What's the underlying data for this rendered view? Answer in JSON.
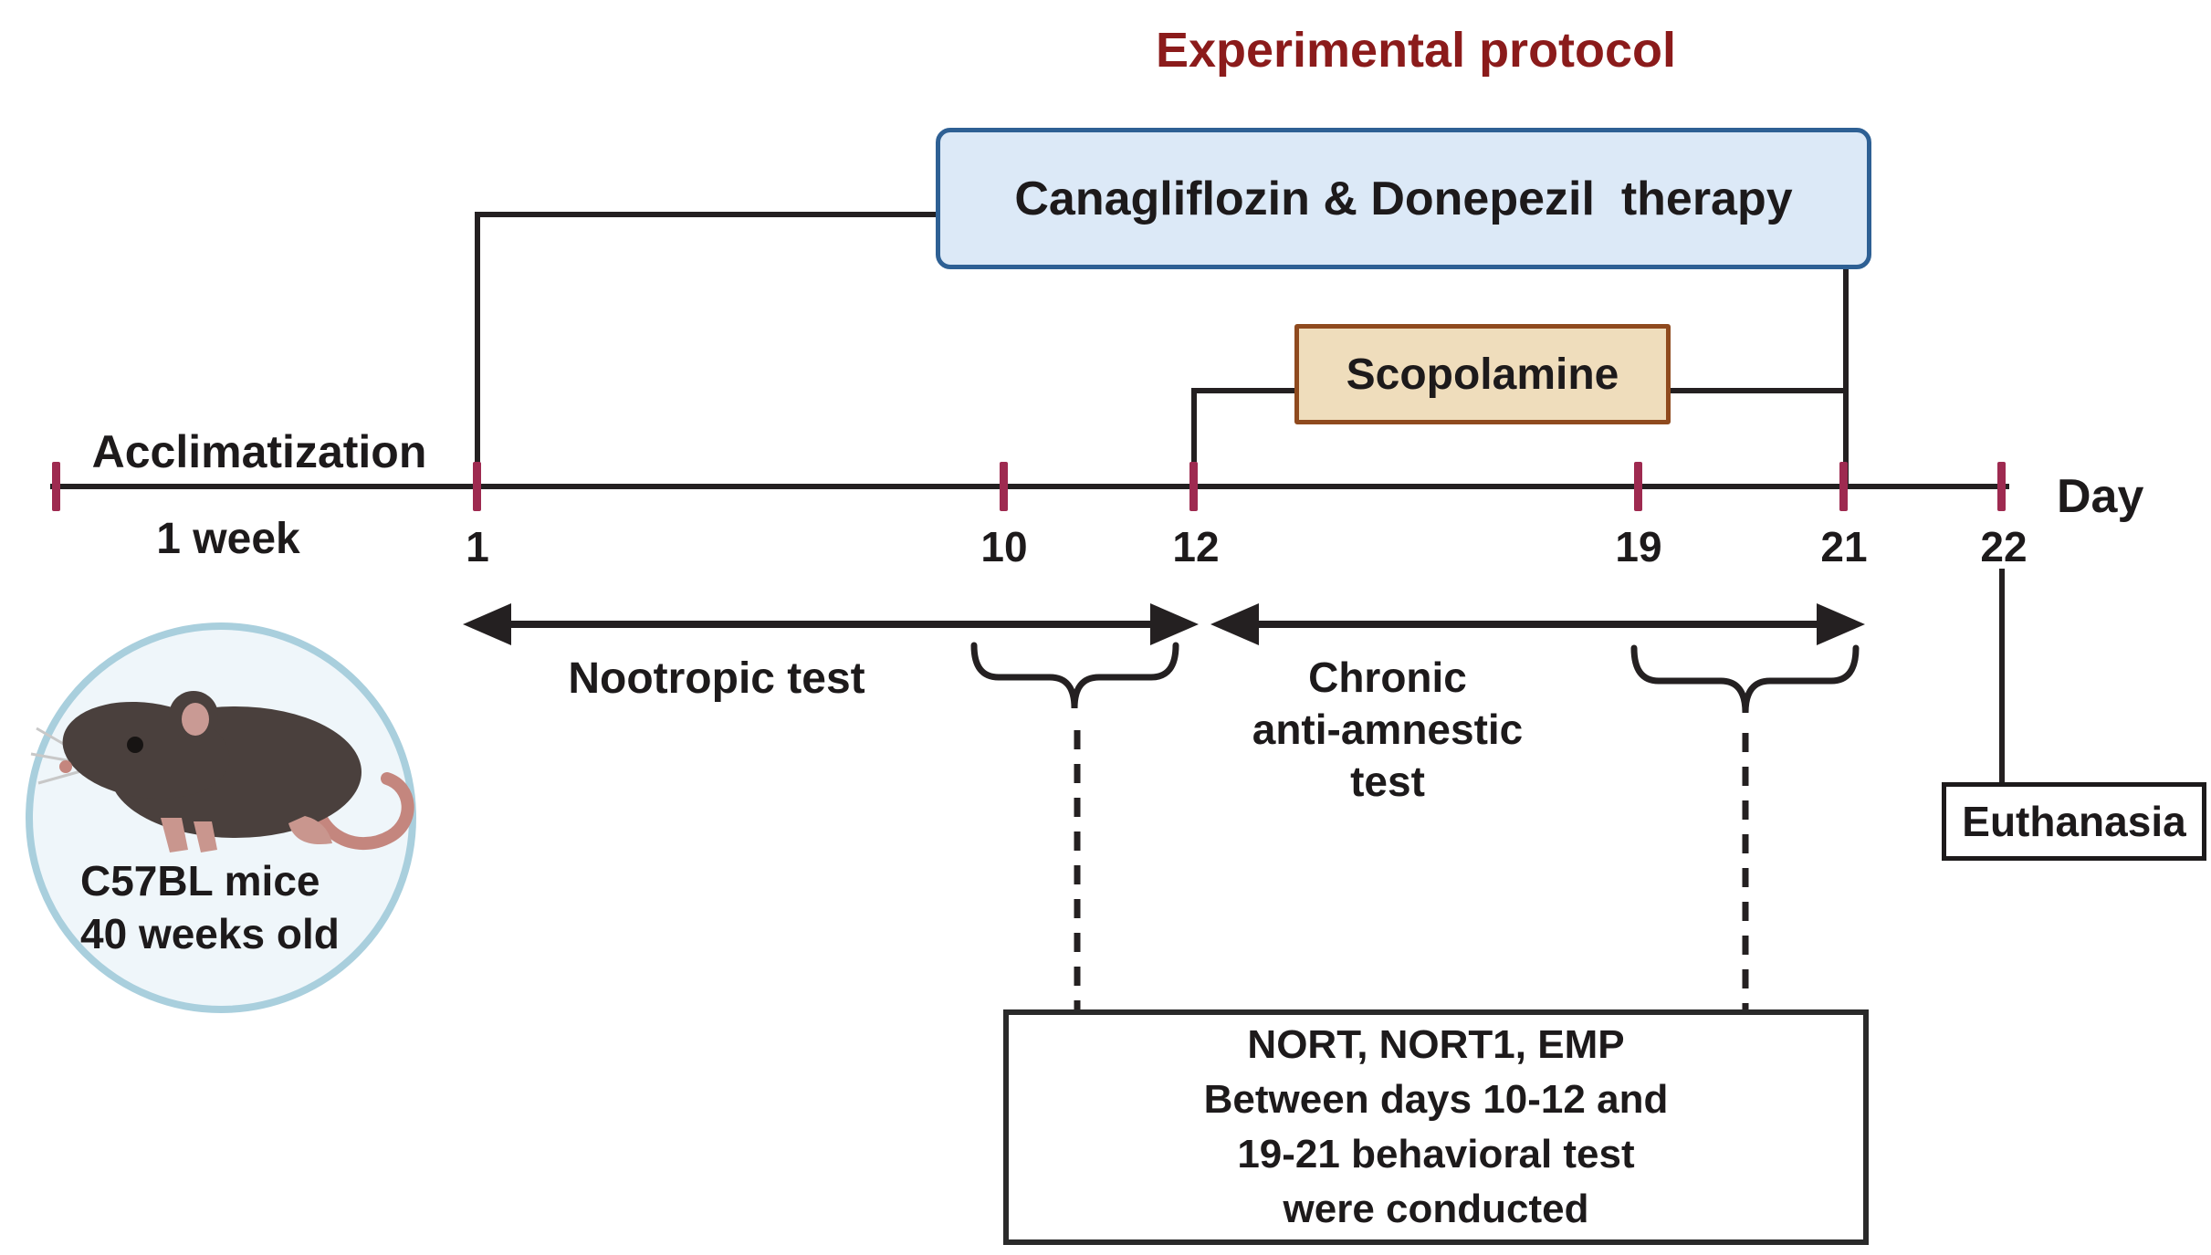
{
  "title": "Experimental protocol",
  "interventions": {
    "therapy": "Canagliflozin & Donepezil  therapy",
    "scopolamine": "Scopolamine"
  },
  "timeline": {
    "axis_label": "Day",
    "pre_phase": {
      "label": "Acclimatization",
      "duration": "1 week"
    },
    "days": [
      "1",
      "10",
      "12",
      "19",
      "21",
      "22"
    ]
  },
  "phases": {
    "nootropic": "Nootropic test",
    "chronic_lines": [
      "Chronic",
      "anti-amnestic",
      "test"
    ]
  },
  "subject": {
    "strain": "C57BL mice",
    "age": "40 weeks old"
  },
  "endpoint": "Euthanasia",
  "results_note": {
    "lines": [
      "NORT, NORT1, EMP",
      "Between days 10-12 and",
      "19-21 behavioral test",
      "were conducted"
    ]
  },
  "colors": {
    "title_text": "#8b1b1b",
    "tick": "#9e2a50",
    "line": "#242021",
    "therapy_fill": "#dce9f7",
    "therapy_border": "#2e6094",
    "scopolamine_fill": "#efddbc",
    "scopolamine_border": "#8f4a1e",
    "subject_circle_fill": "#eff6fa",
    "subject_circle_border": "#a9cfdd",
    "mouse_body": "#4a403d",
    "mouse_pink": "#c9968e"
  }
}
